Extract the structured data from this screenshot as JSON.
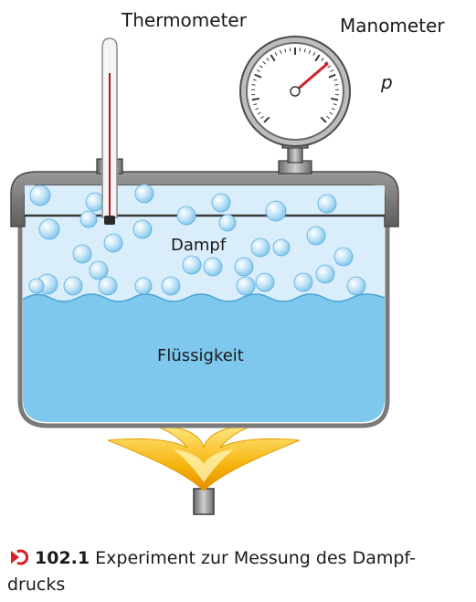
{
  "labels": {
    "thermometer": "Thermometer",
    "manometer": "Manometer",
    "pressure_symbol": "p",
    "vapor": "Dampf",
    "liquid": "Flüssigkeit"
  },
  "caption": {
    "number": "102.1",
    "text": "Experiment zur Messung des Dampf-",
    "text_line2": "drucks"
  },
  "icons": {
    "caption": "return-arrow-icon"
  },
  "colors": {
    "liquid": "#7ec8ee",
    "vapor": "#d9eefa",
    "pot": "#7a7a7a",
    "flame": "#f6b60f",
    "needle": "#d0202a",
    "caption_icon": "#d71f26"
  }
}
